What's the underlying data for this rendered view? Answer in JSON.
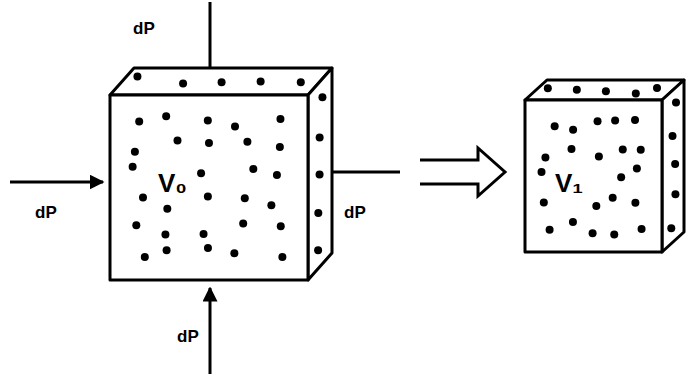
{
  "diagram": {
    "nodes": [
      {
        "text": [
          "V₀"
        ]
      },
      {
        "text": [
          "V₁"
        ]
      }
    ],
    "edges": [
      {
        "from": 0,
        "to": 1,
        "arrow": "to"
      }
    ],
    "labels": [
      "dP",
      "dP",
      "dP",
      "dP"
    ]
  }
}
